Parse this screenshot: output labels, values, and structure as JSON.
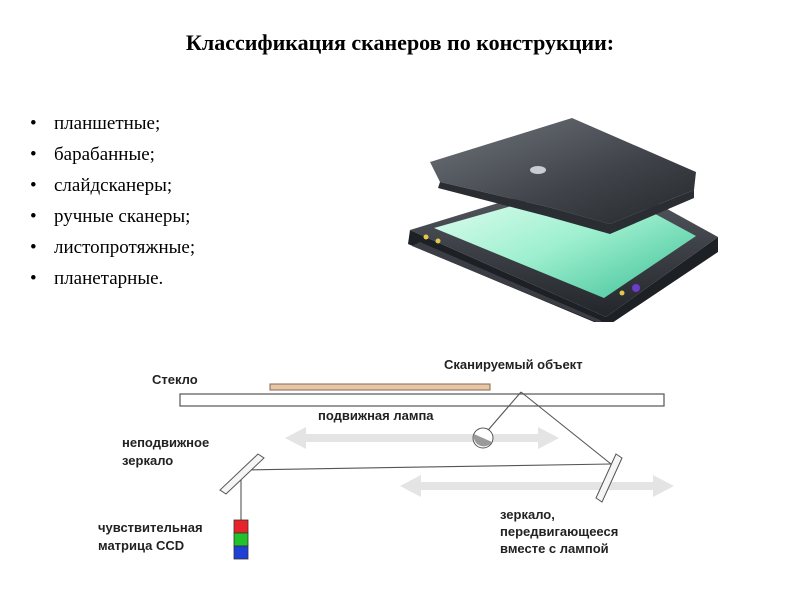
{
  "title": "Классификация сканеров по конструкции:",
  "bullets": [
    "планшетные;",
    "барабанные;",
    "слайдсканеры;",
    "ручные сканеры;",
    "листопротяжные;",
    "планетарные."
  ],
  "diagram": {
    "glass_label": "Стекло",
    "object_label": "Сканируемый объект",
    "lamp_label": "подвижная лампа",
    "fixed_mirror_label": [
      "неподвижное",
      "зеркало"
    ],
    "moving_mirror_label": [
      "зеркало,",
      "передвигающееся",
      "вместе с лампой"
    ],
    "ccd_label": [
      "чувствительная",
      "матрица CCD"
    ],
    "ccd_colors": [
      "#e8232a",
      "#22c22a",
      "#1f3fd6"
    ]
  }
}
